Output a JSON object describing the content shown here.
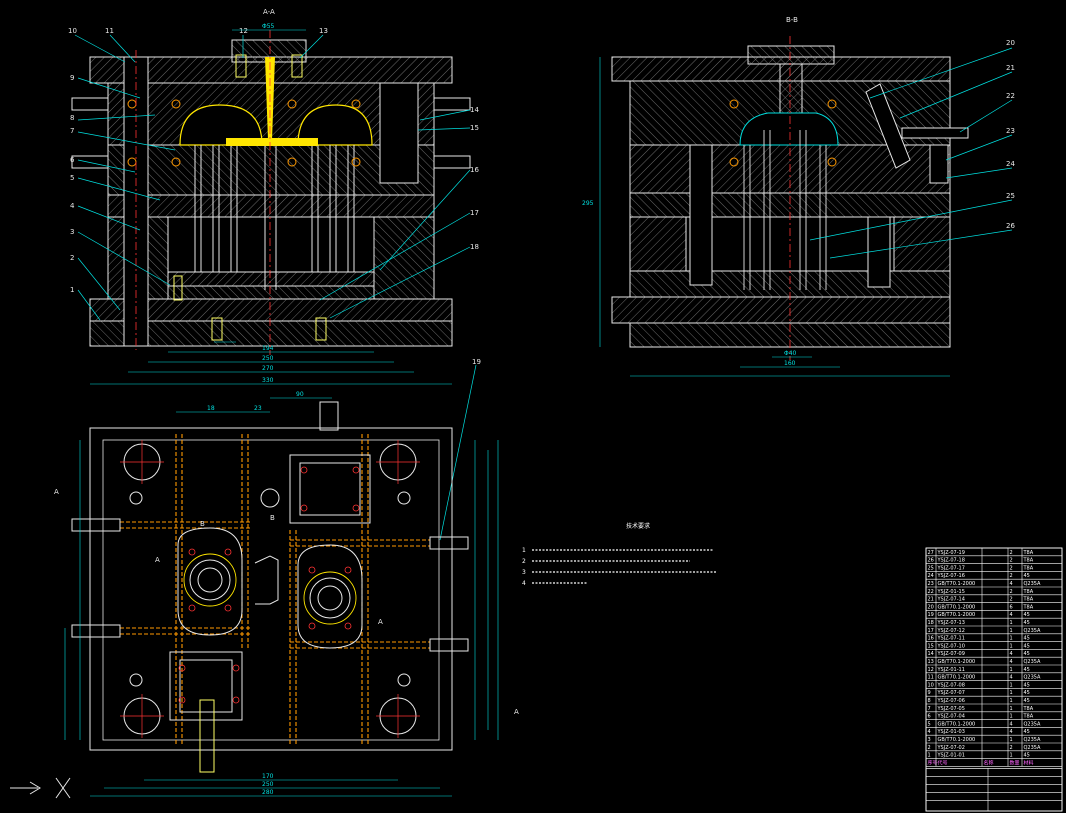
{
  "views": {
    "section_aa_title": "A-A",
    "section_bb_title": "B-B"
  },
  "callouts_left": [
    "10",
    "11",
    "12",
    "13",
    "9",
    "8",
    "7",
    "6",
    "5",
    "4",
    "3",
    "2",
    "1",
    "14",
    "15",
    "16",
    "17",
    "18",
    "19"
  ],
  "callouts_right": [
    "20",
    "21",
    "22",
    "23",
    "24",
    "25",
    "26"
  ],
  "dimensions": {
    "top_sprue": "Φ55",
    "bottom_1": "194",
    "bottom_2": "250",
    "bottom_3": "270",
    "bottom_4": "330",
    "right_view_bottom_1": "Φ40",
    "right_view_bottom_2": "160",
    "right_view_total": "295",
    "plan_bottom_1": "170",
    "plan_bottom_2": "250",
    "plan_bottom_3": "280",
    "plan_top_1": "18",
    "plan_top_2": "23",
    "plan_top_3": "90"
  },
  "section_marks": [
    "A",
    "A",
    "A",
    "A",
    "B",
    "B"
  ],
  "notes": {
    "title": "技术要求",
    "items": [
      "1",
      "2",
      "3",
      "4"
    ]
  },
  "bom_header": [
    "序号",
    "代号",
    "名称",
    "数量",
    "材料"
  ],
  "bom_rows": [
    [
      "27",
      "YSJZ-07-19",
      "",
      "2",
      "T8A"
    ],
    [
      "26",
      "YSJZ-07-18",
      "",
      "2",
      "T8A"
    ],
    [
      "25",
      "YSJZ-07-17",
      "",
      "2",
      "T8A"
    ],
    [
      "24",
      "YSJZ-07-16",
      "",
      "2",
      "45"
    ],
    [
      "23",
      "GB/T70.1-2000",
      "",
      "4",
      "Q235A"
    ],
    [
      "22",
      "YSJZ-01-15",
      "",
      "2",
      "T8A"
    ],
    [
      "21",
      "YSJZ-07-14",
      "",
      "2",
      "T8A"
    ],
    [
      "20",
      "GB/T70.1-2000",
      "",
      "6",
      "T8A"
    ],
    [
      "19",
      "GB/T70.1-2000",
      "",
      "4",
      "45"
    ],
    [
      "18",
      "YSJZ-07-13",
      "",
      "1",
      "45"
    ],
    [
      "17",
      "YSJZ-07-12",
      "",
      "1",
      "Q235A"
    ],
    [
      "16",
      "YSJZ-07-11",
      "",
      "1",
      "45"
    ],
    [
      "15",
      "YSJZ-07-10",
      "",
      "1",
      "45"
    ],
    [
      "14",
      "YSJZ-07-09",
      "",
      "4",
      "45"
    ],
    [
      "13",
      "GB/T70.1-2000",
      "",
      "4",
      "Q235A"
    ],
    [
      "12",
      "YSJZ-01-11",
      "",
      "1",
      "45"
    ],
    [
      "11",
      "GB/T70.1-2000",
      "",
      "4",
      "Q235A"
    ],
    [
      "10",
      "YSJZ-07-08",
      "",
      "1",
      "45"
    ],
    [
      "9",
      "YSJZ-07-07",
      "",
      "1",
      "45"
    ],
    [
      "8",
      "YSJZ-07-06",
      "",
      "1",
      "45"
    ],
    [
      "7",
      "YSJZ-07-05",
      "",
      "1",
      "T8A"
    ],
    [
      "6",
      "YSJZ-07-04",
      "",
      "1",
      "T8A"
    ],
    [
      "5",
      "GB/T70.1-2000",
      "",
      "4",
      "Q235A"
    ],
    [
      "4",
      "YSJZ-01-03",
      "",
      "4",
      "45"
    ],
    [
      "3",
      "GB/T70.1-2000",
      "",
      "1",
      "Q235A"
    ],
    [
      "2",
      "YSJZ-07-02",
      "",
      "2",
      "Q235A"
    ],
    [
      "1",
      "YSJZ-01-01",
      "",
      "1",
      "45"
    ]
  ],
  "colors": {
    "background": "#000000",
    "outline": "#e8e8e8",
    "dimension": "#00e0e0",
    "cooling": "#ff9900",
    "runner": "#ffe600",
    "centerline": "#ff3333",
    "screw": "#ffff66",
    "hatch": "#b4b4b4"
  }
}
